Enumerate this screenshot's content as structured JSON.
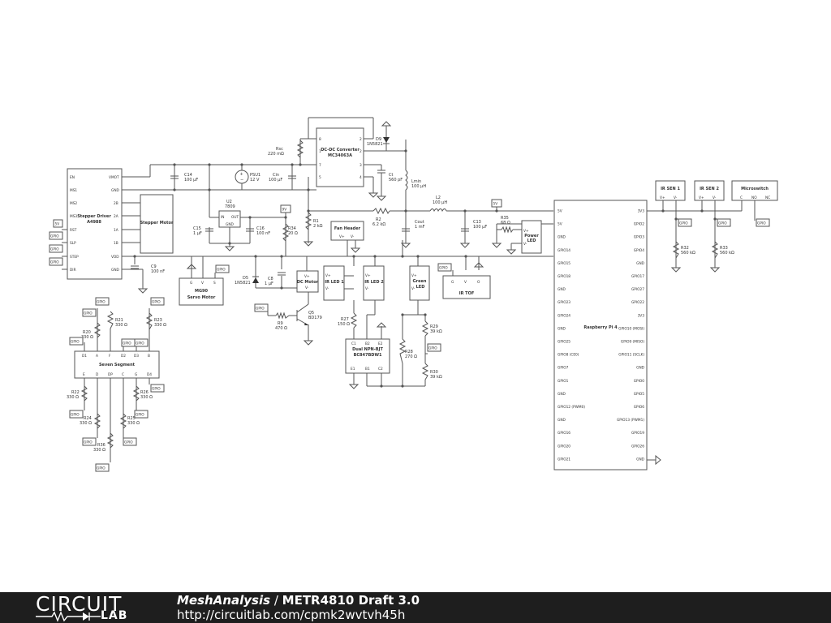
{
  "schematic": {
    "components": {
      "stepper_driver": {
        "name": "Stepper Driver",
        "part": "A4988",
        "pins_left": [
          "EN",
          "MS1",
          "MS2",
          "MS3",
          "RST",
          "SLP",
          "STEP",
          "DIR"
        ],
        "pins_right": [
          "VMOT",
          "GND",
          "2B",
          "2A",
          "1A",
          "1B",
          "VDD",
          "GND"
        ]
      },
      "stepper_motor": {
        "name": "Stepper Motor"
      },
      "c14": {
        "ref": "C14",
        "value": "100 µF"
      },
      "c9": {
        "ref": "C9",
        "value": "100 nF"
      },
      "c15": {
        "ref": "C15",
        "value": "1 µF"
      },
      "c16": {
        "ref": "C16",
        "value": "100 nF"
      },
      "u2": {
        "ref": "U2",
        "part": "7809",
        "pin_in": "IN",
        "pin_out": "OUT",
        "pin_gnd": "GND"
      },
      "psu1": {
        "ref": "PSU1",
        "value": "12 V"
      },
      "rsc": {
        "ref": "Rsc",
        "value": "220 mΩ"
      },
      "cin": {
        "ref": "Cin",
        "value": "100 µF"
      },
      "dcdc": {
        "name": "DC-DC Converter",
        "part": "MC34063A",
        "pins": [
          "8",
          "1",
          "7",
          "2",
          "6",
          "3",
          "5",
          "4"
        ]
      },
      "d9": {
        "ref": "D9",
        "part": "1N5821"
      },
      "ct": {
        "ref": "Ct",
        "value": "560 pF"
      },
      "lmin": {
        "ref": "Lmin",
        "value": "100 µH"
      },
      "l2": {
        "ref": "L2",
        "value": "100 µH"
      },
      "r1": {
        "ref": "R1",
        "value": "2 kΩ"
      },
      "r2": {
        "ref": "R2",
        "value": "6.2 kΩ"
      },
      "cout": {
        "ref": "Cout",
        "value": "1 mF"
      },
      "c13": {
        "ref": "C13",
        "value": "100 µF"
      },
      "r35": {
        "ref": "R35",
        "value": "68 Ω"
      },
      "power_led": {
        "name": "Power LED",
        "pin_plus": "V+",
        "pin_minus": "V-"
      },
      "r34": {
        "ref": "R34",
        "value": "20 Ω"
      },
      "servo": {
        "name": "MG90",
        "name2": "Servo Motor",
        "pins": [
          "G",
          "V",
          "S"
        ]
      },
      "d5": {
        "ref": "D5",
        "part": "1N5821"
      },
      "c8": {
        "ref": "C8",
        "value": "1 µF"
      },
      "dc_motor": {
        "name": "DC Motor",
        "pin_plus": "V+",
        "pin_minus": "V-"
      },
      "q5": {
        "ref": "Q5",
        "part": "BD179"
      },
      "r9": {
        "ref": "R9",
        "value": "470 Ω"
      },
      "fan": {
        "name": "Fan Header",
        "pin_plus": "V+",
        "pin_minus": "V-"
      },
      "ir_led1": {
        "name": "IR LED 1",
        "pin_plus": "V+",
        "pin_minus": "V-"
      },
      "ir_led2": {
        "name": "IR LED 2",
        "pin_plus": "V+",
        "pin_minus": "V-"
      },
      "green_led": {
        "name": "Green",
        "name2": "LED",
        "pin_plus": "V+",
        "pin_minus": "V-"
      },
      "ir_tof": {
        "name": "IR TOF",
        "pins": [
          "G",
          "V",
          "O"
        ]
      },
      "r27": {
        "ref": "R27",
        "value": "150 Ω"
      },
      "dual_bjt": {
        "name": "Dual NPN-BJT",
        "part": "BC847BDW1",
        "pins_top": [
          "C1",
          "B2",
          "E2"
        ],
        "pins_bottom": [
          "E1",
          "B1",
          "C2"
        ]
      },
      "r28": {
        "ref": "R28",
        "value": "270 Ω"
      },
      "r29": {
        "ref": "R29",
        "value": "39 kΩ"
      },
      "r30": {
        "ref": "R30",
        "value": "39 kΩ"
      },
      "seven_seg": {
        "name": "Seven Segment",
        "pins_top": [
          "D1",
          "A",
          "F",
          "D2",
          "D3",
          "B"
        ],
        "pins_bottom": [
          "E",
          "D",
          "DP",
          "C",
          "G",
          "D4"
        ]
      },
      "r20": {
        "ref": "R20",
        "value": "330 Ω"
      },
      "r21": {
        "ref": "R21",
        "value": "330 Ω"
      },
      "r23": {
        "ref": "R23",
        "value": "330 Ω"
      },
      "r22": {
        "ref": "R22",
        "value": "330 Ω"
      },
      "r24": {
        "ref": "R24",
        "value": "330 Ω"
      },
      "r36": {
        "ref": "R36",
        "value": "330 Ω"
      },
      "r25": {
        "ref": "R25",
        "value": "330 Ω"
      },
      "r26": {
        "ref": "R26",
        "value": "330 Ω"
      },
      "rpi": {
        "name": "Raspberry Pi 4",
        "pins_left": [
          "5V",
          "5V",
          "GND",
          "GPIO14",
          "GPIO15",
          "GPIO18",
          "GND",
          "GPIO23",
          "GPIO24",
          "GND",
          "GPIO25",
          "GPIO8 (CE0)",
          "GPIO7",
          "GPIO1",
          "GND",
          "GPIO12 (PWM0)",
          "GND",
          "GPIO16",
          "GPIO20",
          "GPIO21"
        ],
        "pins_right": [
          "3V3",
          "GPIO2",
          "GPIO3",
          "GPIO4",
          "GND",
          "GPIO17",
          "GPIO27",
          "GPIO22",
          "3V3",
          "GPIO10 (MOSI)",
          "GPIO9 (MISO)",
          "GPIO11 (SCLK)",
          "GND",
          "GPIO0",
          "GPIO5",
          "GPIO6",
          "GPIO13 (PWM1)",
          "GPIO19",
          "GPIO26",
          "GND"
        ]
      },
      "ir_sen1": {
        "name": "IR SEN 1",
        "pins": [
          "V+",
          "V-"
        ]
      },
      "ir_sen2": {
        "name": "IR SEN 2",
        "pins": [
          "V+",
          "V-"
        ]
      },
      "microswitch": {
        "name": "Microswitch",
        "pins": [
          "C",
          "NO",
          "NC"
        ]
      },
      "r32": {
        "ref": "R32",
        "value": "560 kΩ"
      },
      "r33": {
        "ref": "R33",
        "value": "560 kΩ"
      }
    },
    "net_labels": {
      "gpio": "GPIO",
      "v5": "5V",
      "v9": "9V"
    }
  },
  "footer": {
    "logo_top": "CIRCUIT",
    "logo_bottom": "LAB",
    "user": "MeshAnalysis",
    "separator": " / ",
    "title": "METR4810 Draft 3.0",
    "url": "http://circuitlab.com/cpmk2wvtvh45h"
  }
}
